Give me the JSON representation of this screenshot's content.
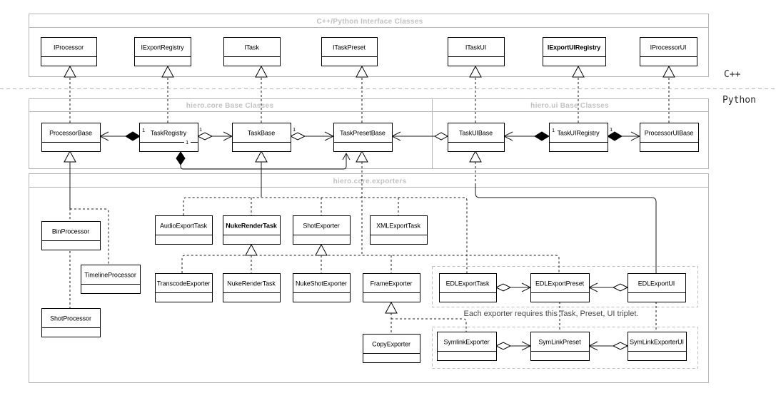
{
  "diagram": {
    "side_labels": {
      "cpp": "C++",
      "python": "Python"
    },
    "annotation": "Each exporter requires this Task, Preset, UI triplet.",
    "sections": {
      "interface": {
        "label": "C++/Python Interface Classes"
      },
      "core": {
        "label": "hiero.core Base Classes"
      },
      "ui": {
        "label": "hiero.ui Base Classes"
      },
      "exporters": {
        "label": "hiero.core.exporters"
      }
    },
    "multiplicities": {
      "registry_left": "1",
      "registry_right": "1",
      "registry_bottom": "1",
      "taskbase_right": "1",
      "uiregistry_left": "1",
      "uiregistry_right": "1"
    },
    "classes": {
      "iprocessor": "IProcessor",
      "iexportregistry": "IExportRegistry",
      "itask": "ITask",
      "itaskpreset": "ITaskPreset",
      "itaskui": "ITaskUI",
      "iexportuiregistry": "IExportUIRegistry",
      "iprocessorui": "IProcessorUI",
      "processorbase": "ProcessorBase",
      "taskregistry": "TaskRegistry",
      "taskbase": "TaskBase",
      "taskpresetbase": "TaskPresetBase",
      "taskuibase": "TaskUIBase",
      "taskuiregistry": "TaskUIRegistry",
      "processoruibase": "ProcessorUIBase",
      "binprocessor": "BinProcessor",
      "timelineprocessor": "TimelineProcessor",
      "shotprocessor": "ShotProcessor",
      "audioexporttask": "AudioExportTask",
      "nukerendertask": "NukeRenderTask",
      "shotexporter": "ShotExporter",
      "xmlexporttask": "XMLExportTask",
      "transcodeexporter": "TranscodeExporter",
      "nukerendertask2": "NukeRenderTask",
      "nukeshotexporter": "NukeShotExporter",
      "frameexporter": "FrameExporter",
      "copyexporter": "CopyExporter",
      "edlexporttask": "EDLExportTask",
      "edlexportpreset": "EDLExportPreset",
      "edlexportui": "EDLExportUI",
      "symlinkexporter": "SymlinkExporter",
      "symlinkpreset": "SymLinkPreset",
      "symlinkexporterui": "SymLinkExporterUI"
    }
  }
}
